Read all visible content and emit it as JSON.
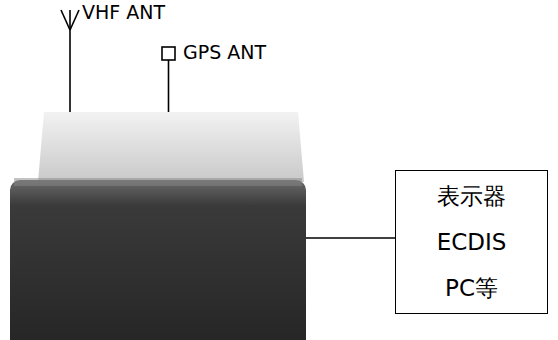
{
  "diagram": {
    "nodes": [
      {
        "text": [
          "表示器 ECDIS PC等"
        ]
      }
    ],
    "labels": [
      "VHF ANT",
      "GPS ANT"
    ]
  }
}
